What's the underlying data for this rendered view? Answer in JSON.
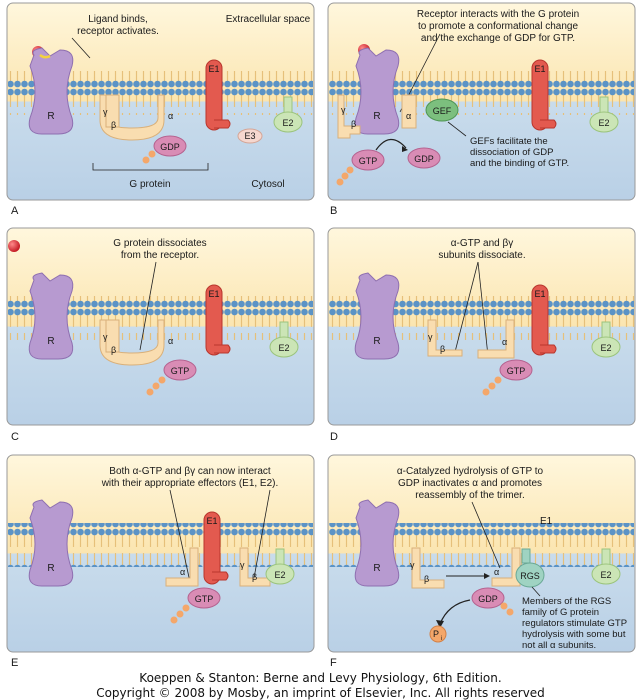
{
  "panels": [
    {
      "letter": "A",
      "annotations": [
        "Ligand binds,",
        "receptor activates."
      ],
      "extracellular_label": "Extracellular space",
      "cytosol_label": "Cytosol",
      "g_protein_label": "G protein",
      "receptor_label": "R",
      "subunits": {
        "alpha": "α",
        "beta": "β",
        "gamma": "γ"
      },
      "nucleotide": "GDP",
      "effectors": [
        "E1",
        "E2",
        "E3"
      ]
    },
    {
      "letter": "B",
      "annotations": [
        "Receptor interacts with the G protein",
        "to promote a conformational change",
        "and the exchange of GDP for GTP."
      ],
      "gef_label": "GEF",
      "gef_note": [
        "GEFs facilitate the",
        "dissociation of GDP",
        "and the binding of GTP."
      ],
      "receptor_label": "R",
      "subunits": {
        "alpha": "α",
        "beta": "β",
        "gamma": "γ"
      },
      "nucleotides": [
        "GTP",
        "GDP"
      ],
      "effectors": [
        "E1",
        "E2"
      ]
    },
    {
      "letter": "C",
      "annotations": [
        "G protein dissociates",
        "from the receptor."
      ],
      "receptor_label": "R",
      "subunits": {
        "alpha": "α",
        "beta": "β",
        "gamma": "γ"
      },
      "nucleotide": "GTP",
      "effectors": [
        "E1",
        "E2"
      ]
    },
    {
      "letter": "D",
      "annotations": [
        "α-GTP and βγ",
        "subunits dissociate."
      ],
      "receptor_label": "R",
      "subunits": {
        "alpha": "α",
        "beta": "β",
        "gamma": "γ"
      },
      "nucleotide": "GTP",
      "effectors": [
        "E1",
        "E2"
      ]
    },
    {
      "letter": "E",
      "annotations": [
        "Both α-GTP and βγ can now interact",
        "with their appropriate effectors (E1, E2)."
      ],
      "receptor_label": "R",
      "subunits": {
        "alpha": "α",
        "beta": "β",
        "gamma": "γ"
      },
      "nucleotide": "GTP",
      "effectors": [
        "E1",
        "E2"
      ]
    },
    {
      "letter": "F",
      "annotations": [
        "α-Catalyzed hydrolysis of GTP to",
        "GDP inactivates α and promotes",
        "reassembly of the trimer."
      ],
      "rgs_label": "RGS",
      "rgs_note": [
        "Members of the RGS",
        "family of G protein",
        "regulators stimulate GTP",
        "hydrolysis with some but",
        "not all α subunits."
      ],
      "receptor_label": "R",
      "subunits": {
        "alpha": "α",
        "beta": "β",
        "gamma": "γ"
      },
      "nucleotide": "GDP",
      "phosphate": "P",
      "phosphate_sub": "i",
      "effectors": [
        "E1",
        "E2"
      ]
    }
  ],
  "credit": {
    "line1": "Koeppen & Stanton: Berne and Levy Physiology, 6th Edition.",
    "line2": "Copyright © 2008 by Mosby, an imprint of Elsevier, Inc. All rights reserved"
  },
  "colors": {
    "extracellular": "#fbe7b4",
    "cytosol": "#c9dcec",
    "membrane_head": "#5b93c6",
    "receptor": "#b79ad0",
    "g_protein": "#f9ddb0",
    "effector_e1": "#e35a4f",
    "effector_e2": "#cbe5b6",
    "gef": "#7cbf7e",
    "rgs": "#9fd3c2",
    "gtp": "#d98cb5",
    "ligand": "#d8202a"
  }
}
